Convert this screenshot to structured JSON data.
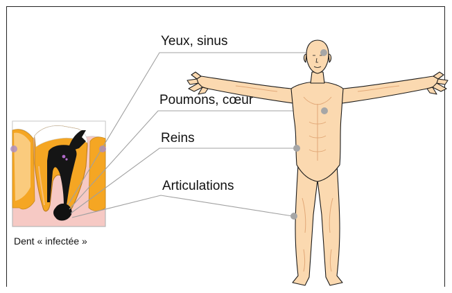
{
  "labels": {
    "eyes_sinus": "Yeux, sinus",
    "lungs_heart": "Poumons, cœur",
    "kidneys": "Reins",
    "joints": "Articulations"
  },
  "tooth_caption": "Dent « infectée »",
  "colors": {
    "skin": "#fbd9b0",
    "skin_outline": "#1a1a1a",
    "skin_shade": "#e8b98a",
    "leader_line": "#999999",
    "marker_dot": "#a6a6a6",
    "gum": "#f6c9c4",
    "dentin": "#f5a623",
    "enamel": "#ffffff",
    "pulp_dark": "#111111"
  }
}
